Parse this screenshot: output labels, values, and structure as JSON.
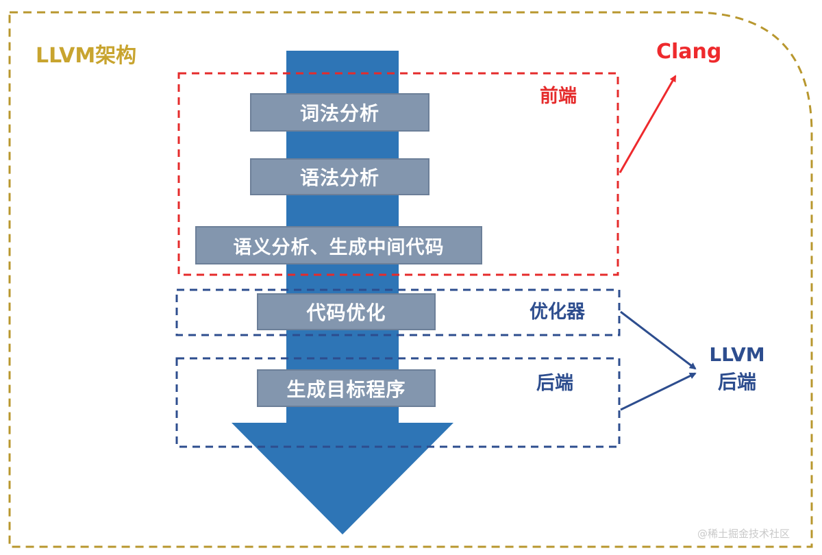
{
  "title": "LLVM架构",
  "clang_label": "Clang",
  "frontend": {
    "label": "前端"
  },
  "optimizer": {
    "label": "优化器"
  },
  "backend": {
    "label": "后端"
  },
  "llvm_backend": {
    "line1": "LLVM",
    "line2": "后端"
  },
  "steps": [
    "词法分析",
    "语法分析",
    "语义分析、生成中间代码",
    "代码优化",
    "生成目标程序"
  ],
  "watermark": "@稀土掘金技术社区",
  "colors": {
    "outline": "#b8972e",
    "frontend": "#e52b2b",
    "backend": "#2d4d8e",
    "flow_arrow": "#2e75b6",
    "step_box": "#8396ae"
  }
}
